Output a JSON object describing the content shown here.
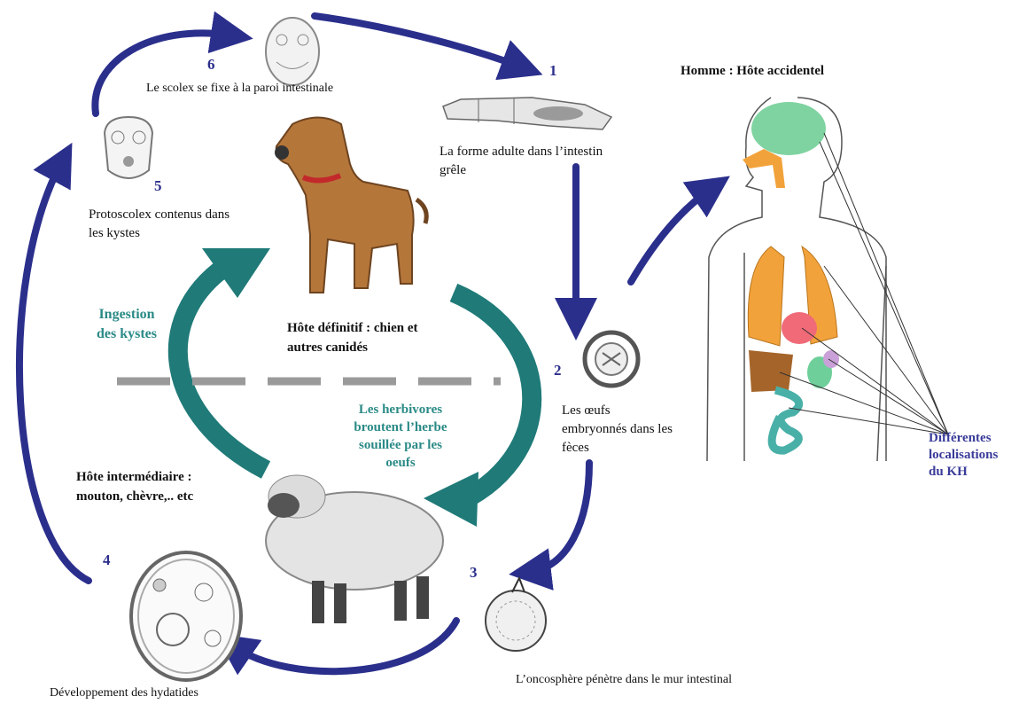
{
  "diagram": {
    "human_title": "Homme : Hôte accidentel",
    "steps": [
      {
        "num": "1",
        "text_lines": [
          "La forme adulte dans l’intestin",
          "grêle"
        ]
      },
      {
        "num": "2",
        "text_lines": [
          "Les œufs",
          "embryonnés dans les",
          "fèces"
        ]
      },
      {
        "num": "3",
        "text_lines": [
          "L’oncosphère pénètre dans le mur intestinal"
        ]
      },
      {
        "num": "4",
        "text_lines": [
          "Développement des hydatides"
        ]
      },
      {
        "num": "5",
        "text_lines": [
          "Protoscolex contenus dans",
          "les kystes"
        ]
      },
      {
        "num": "6",
        "text_lines": [
          "Le scolex se fixe à la paroi intestinale"
        ]
      }
    ],
    "definitive_host": [
      "Hôte définitif : chien et",
      "autres canidés"
    ],
    "intermediate_host": [
      "Hôte intermédiaire :",
      "mouton, chèvre,.. etc"
    ],
    "ingestion": [
      "Ingestion",
      "des kystes"
    ],
    "herbivores": [
      "Les herbivores",
      "broutent l’herbe",
      "souillée par les",
      "oeufs"
    ],
    "localisations": [
      "Différentes",
      "localisations",
      "du KH"
    ],
    "colors": {
      "cycle_arrow": "#2b2f8c",
      "host_arrow": "#1f7a78",
      "dash_line": "#9a9a9a",
      "dog": "#b5763a",
      "lungs": "#f2a23a",
      "brain": "#7fd3a0",
      "intestine": "#49b0a8",
      "liver": "#a5652a",
      "heart": "#f06a78"
    }
  }
}
